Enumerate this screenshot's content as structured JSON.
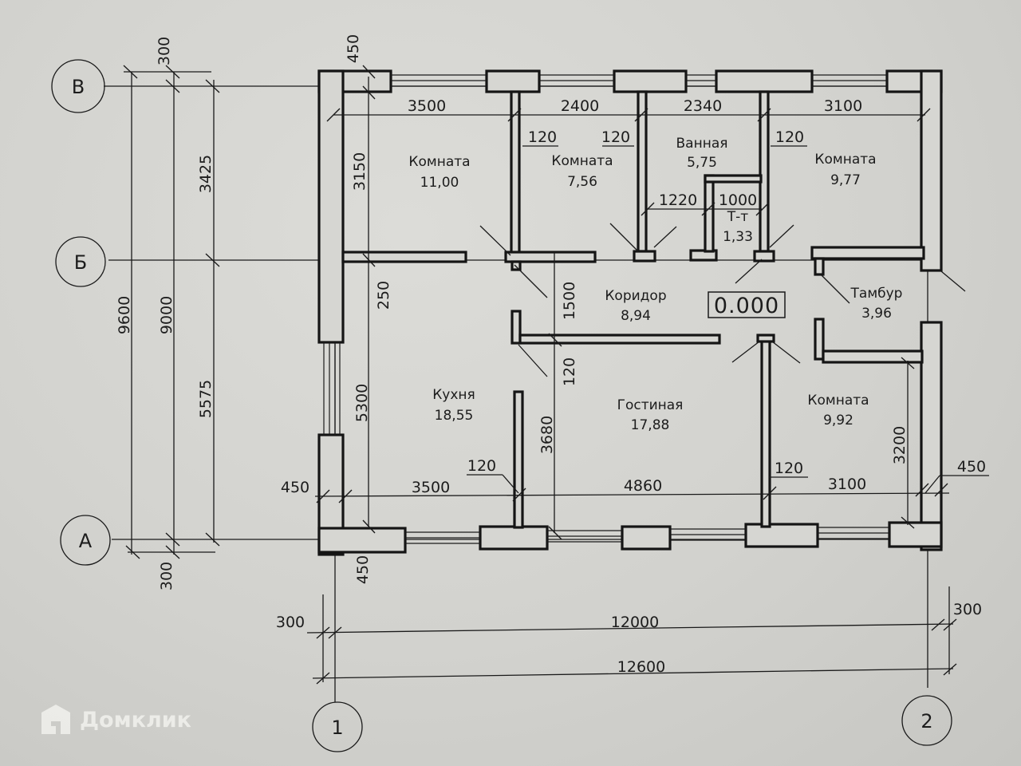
{
  "plan": {
    "axes": {
      "rows": [
        "В",
        "Б",
        "А"
      ],
      "columns": [
        "1",
        "2"
      ]
    },
    "rooms": [
      {
        "name": "Комната",
        "area": "11,00"
      },
      {
        "name": "Комната",
        "area": "7,56"
      },
      {
        "name": "Ванная",
        "area": "5,75"
      },
      {
        "name": "Комната",
        "area": "9,77"
      },
      {
        "name": "Т-т",
        "area": "1,33"
      },
      {
        "name": "Коридор",
        "area": "8,94"
      },
      {
        "name": "Тамбур",
        "area": "3,96"
      },
      {
        "name": "Кухня",
        "area": "18,55"
      },
      {
        "name": "Гостиная",
        "area": "17,88"
      },
      {
        "name": "Комната",
        "area": "9,92"
      }
    ],
    "level_mark": "0.000",
    "dimensions": {
      "top_3500": "3500",
      "top_2400": "2400",
      "top_2340": "2340",
      "top_3100": "3100",
      "wall_120_a": "120",
      "wall_120_b": "120",
      "wall_120_c": "120",
      "bath_1220": "1220",
      "wc_1000": "1000",
      "left_3150": "3150",
      "left_250": "250",
      "left_5300": "5300",
      "corr_1500": "1500",
      "corr_120": "120",
      "liv_3680": "3680",
      "bot_450_left": "450",
      "bot_3500": "3500",
      "bot_120_a": "120",
      "bot_4860": "4860",
      "bot_120_b": "120",
      "bot_3100": "3100",
      "bot_450_right": "450",
      "right_3200": "3200",
      "top_450": "450",
      "bot_450_vert": "450",
      "outer_300_top": "300",
      "outer_3425": "3425",
      "outer_9600": "9600",
      "outer_9000": "9000",
      "outer_5575": "5575",
      "outer_300_bottom": "300",
      "horiz_300_left": "300",
      "horiz_12000": "12000",
      "horiz_300_right": "300",
      "horiz_12600": "12600"
    }
  },
  "watermark": {
    "text": "Домклик"
  }
}
